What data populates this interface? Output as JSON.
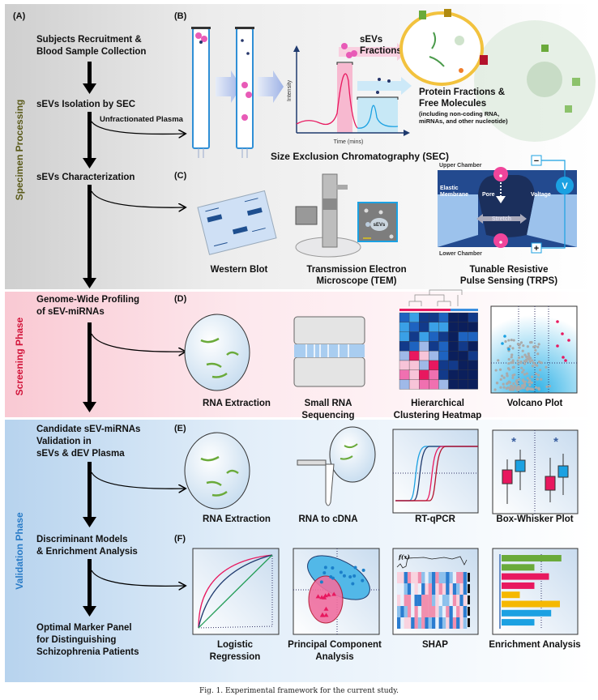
{
  "panels": {
    "a": "(A)",
    "b": "(B)",
    "c": "(C)",
    "d": "(D)",
    "e": "(E)",
    "f": "(F)"
  },
  "sections": {
    "specimen": "Specimen Processing",
    "screening": "Screening Phase",
    "validation": "Validation Phase"
  },
  "steps": {
    "recruit": [
      "Subjects Recruitment &",
      "Blood Sample Collection"
    ],
    "isolation": "sEVs Isolation by SEC",
    "unfractionated": "Unfractionated Plasma",
    "characterization": "sEVs Characterization",
    "profiling": [
      "Genome-Wide Profiling",
      "of sEV-miRNAs"
    ],
    "candidate": [
      "Candidate sEV-miRNAs",
      "Validation in",
      "sEVs & dEV Plasma"
    ],
    "models": [
      "Discriminant Models",
      "& Enrichment Analysis"
    ],
    "panel": [
      "Optimal Marker Panel",
      "for Distinguishing",
      "Schizophrenia Patients"
    ]
  },
  "sec": {
    "intensity": "Intensity",
    "time": "Time (mins)",
    "title": "Size Exclusion Chromatography (SEC)",
    "sevs_fractions": [
      "sEVs",
      "Fractions"
    ],
    "protein": [
      "Protein Fractions &",
      "Free Molecules"
    ],
    "protein_note": [
      "(including non-coding RNA,",
      "miRNAs, and other nucleotide)"
    ]
  },
  "characterization": {
    "western": "Western Blot",
    "tem": [
      "Transmission Electron",
      "Microscope (TEM)"
    ],
    "tem_sevs": "sEVs",
    "trps": [
      "Tunable Resistive",
      "Pulse Sensing (TRPS)"
    ],
    "trps_labels": {
      "upper": "Upper Chamber",
      "lower": "Lower Chamber",
      "membrane": [
        "Elastic",
        "Membrane"
      ],
      "pore": "Pore",
      "voltage": "Voltage",
      "stretch": "Stretch",
      "v": "V",
      "minus": "−",
      "plus": "+"
    }
  },
  "screening": {
    "rna": "RNA Extraction",
    "seq": [
      "Small RNA",
      "Sequencing"
    ],
    "heatmap": [
      "Hierarchical",
      "Clustering Heatmap"
    ],
    "volcano": "Volcano Plot"
  },
  "validation": {
    "rna": "RNA Extraction",
    "cdna": "RNA to cDNA",
    "qpcr": "RT-qPCR",
    "box": "Box-Whisker Plot",
    "star": "*",
    "logistic": [
      "Logistic",
      "Regression"
    ],
    "pca": [
      "Principal Component",
      "Analysis"
    ],
    "shap": "SHAP",
    "fx": "f(x)",
    "enrich": "Enrichment Analysis"
  },
  "caption": "Fig. 1. Experimental framework for the current study.",
  "colors": {
    "pink": "#e8185f",
    "blue": "#1ba1e2",
    "navy": "#1f3a6e",
    "green": "#6aaa3a",
    "yellow": "#f5b800",
    "specimen_text": "#5a5a1a",
    "screening_text": "#d2143a",
    "validation_text": "#2a7cc7"
  }
}
